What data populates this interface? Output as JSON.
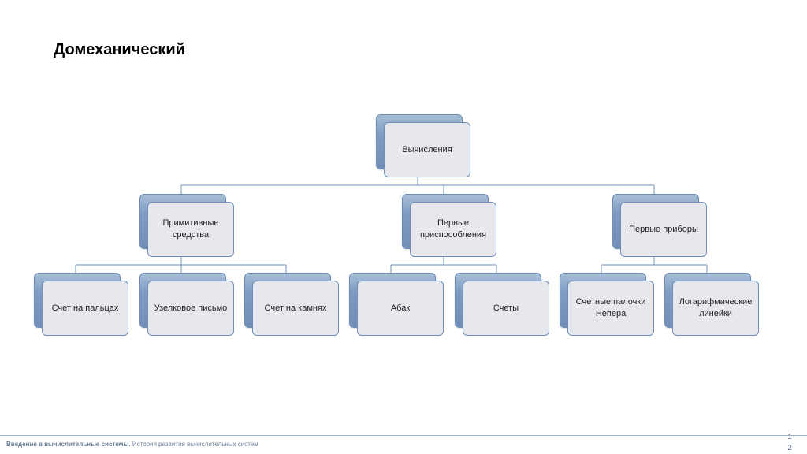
{
  "title": "Домеханический",
  "diagram": {
    "root": "Вычисления",
    "level1": [
      "Примитивные средства",
      "Первые приспособления",
      "Первые приборы"
    ],
    "level2": [
      "Счет на пальцах",
      "Узелковое письмо",
      "Счет на камнях",
      "Абак",
      "Счеты",
      "Счетные палочки Непера",
      "Логарифмические линейки"
    ]
  },
  "footer": {
    "course": "Введение в вычислительные системы.",
    "topic": " История развития вычислительных систем",
    "page_number": "12"
  },
  "colors": {
    "box_back": "#7d9cc3",
    "box_front": "#e6e8ee",
    "connector": "#6f8fb8",
    "footer_line": "#9bb2cf"
  }
}
